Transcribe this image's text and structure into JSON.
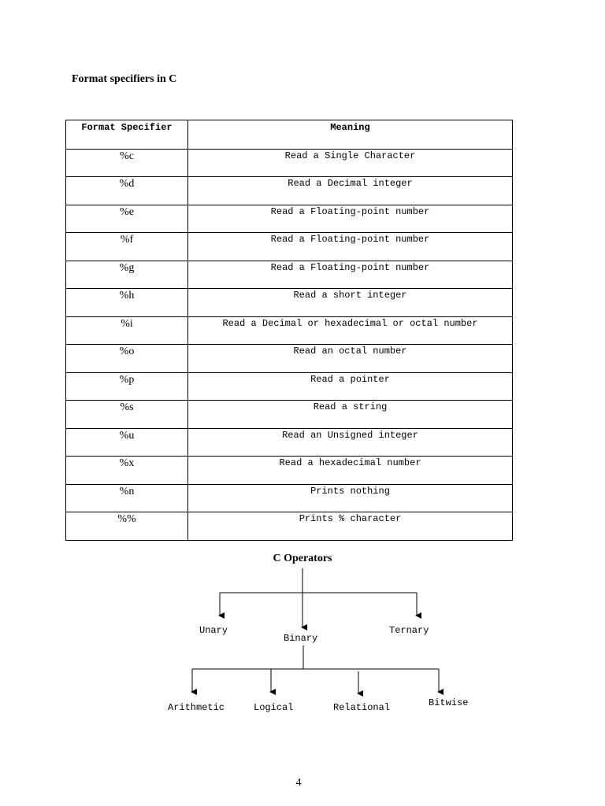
{
  "heading": "Format specifiers in C",
  "table": {
    "headers": [
      "Format Specifier",
      "Meaning"
    ],
    "rows": [
      [
        "%c",
        "Read a Single Character"
      ],
      [
        "%d",
        "Read a Decimal integer"
      ],
      [
        "%e",
        "Read a Floating-point number"
      ],
      [
        "%f",
        "Read a Floating-point number"
      ],
      [
        "%g",
        "Read a Floating-point number"
      ],
      [
        "%h",
        "Read a short integer"
      ],
      [
        "%i",
        "Read a Decimal or hexadecimal or octal number"
      ],
      [
        "%o",
        "Read an octal number"
      ],
      [
        "%p",
        "Read a pointer"
      ],
      [
        "%s",
        "Read a string"
      ],
      [
        "%u",
        "Read an Unsigned integer"
      ],
      [
        "%x",
        "Read a hexadecimal number"
      ],
      [
        "%n",
        "Prints nothing"
      ],
      [
        "%%",
        "Prints % character"
      ]
    ]
  },
  "diagram": {
    "title": "C Operators",
    "level1": [
      "Unary",
      "Binary",
      "Ternary"
    ],
    "level2": [
      "Arithmetic",
      "Logical",
      "Relational",
      "Bitwise"
    ]
  },
  "page_number": "4"
}
